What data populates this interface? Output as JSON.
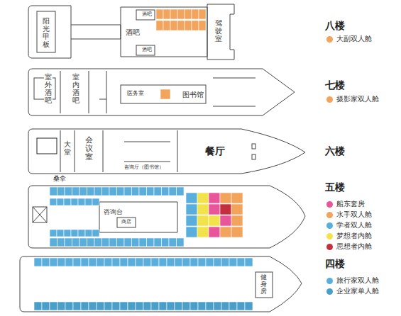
{
  "diagram": {
    "labels": [
      "阳光甲板",
      "酒吧",
      "酒吧",
      "酒吧",
      "驾驶室",
      "八楼",
      "室外酒吧",
      "室内酒吧",
      "医务室",
      "图书馆",
      "七楼",
      "大堂",
      "会议室",
      "餐厅",
      "桑拿",
      "咨询厅（图书馆）",
      "六楼",
      "咨询台",
      "商店",
      "五楼",
      "健身房",
      "四楼"
    ],
    "legend": [
      {
        "text": "大副双人舱",
        "color": "#f2a35c"
      },
      {
        "text": "摄影家双人舱",
        "color": "#f2a35c"
      },
      {
        "text": "船东套房",
        "color": "#e8559a"
      },
      {
        "text": "水手双人舱",
        "color": "#f2a35c"
      },
      {
        "text": "学者双人舱",
        "color": "#5aaedc"
      },
      {
        "text": "梦想者内舱",
        "color": "#f3e34a"
      },
      {
        "text": "思想者内舱",
        "color": "#c3303d"
      },
      {
        "text": "旅行家双人舱",
        "color": "#5aaedc"
      },
      {
        "text": "企业家单人舱",
        "color": "#4a9fc8"
      }
    ]
  }
}
